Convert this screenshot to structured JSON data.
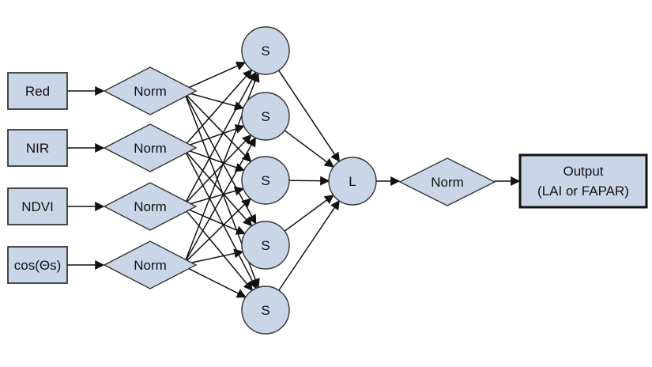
{
  "inputs": [
    {
      "label": "Red"
    },
    {
      "label": "NIR"
    },
    {
      "label": "NDVI"
    },
    {
      "label": "cos(Θs)"
    }
  ],
  "input_norm_label": "Norm",
  "hidden_label": "S",
  "combine_label": "L",
  "output_norm_label": "Norm",
  "output": {
    "line1": "Output",
    "line2": "(LAI or FAPAR)"
  },
  "colors": {
    "node_fill": "#c9d6e8",
    "stroke": "#111111"
  }
}
